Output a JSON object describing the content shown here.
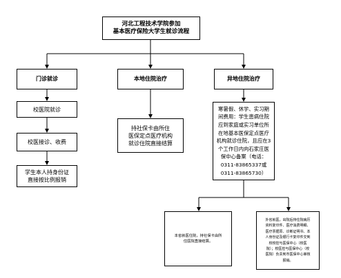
{
  "title": "河北工程技术学院参加\n基本医疗保险大学生就诊流程",
  "branches": {
    "outpatient": {
      "header": "门诊就诊",
      "steps": [
        "校医院就诊",
        "校医接诊、收费",
        "学生本人持身份证\n直接按比例报销"
      ]
    },
    "local_hospital": {
      "header": "本地住院治疗",
      "step": "持社保卡由所住\n医保定点医疗机构\n就诊住院直接结算"
    },
    "remote_hospital": {
      "header": "异地住院治疗",
      "detail": "寒暑假、休学、实习期\n间费用：学生患病住院\n应到家庭或实习单位所\n在地基本医保定点医疗\n机构就诊住院，且应在3\n个工作日内向石家庄医\n保中心备案（电话：\n0311-83865337或\n0311-83865730）",
      "option_a": "本省就医住院，持社保卡由所\n住医院直接结算。",
      "option_b": "外省就医，出院后持住院病历\n资料复印件、医疗消费明细、\n医疗票据原、诊断证明书、本\n人身份证及银行卡复印件交到\n校校控与医保中心（校医\n院）；校医控与医保中心（校\n医院）负责到市医保中心审核\n报销。"
    }
  }
}
